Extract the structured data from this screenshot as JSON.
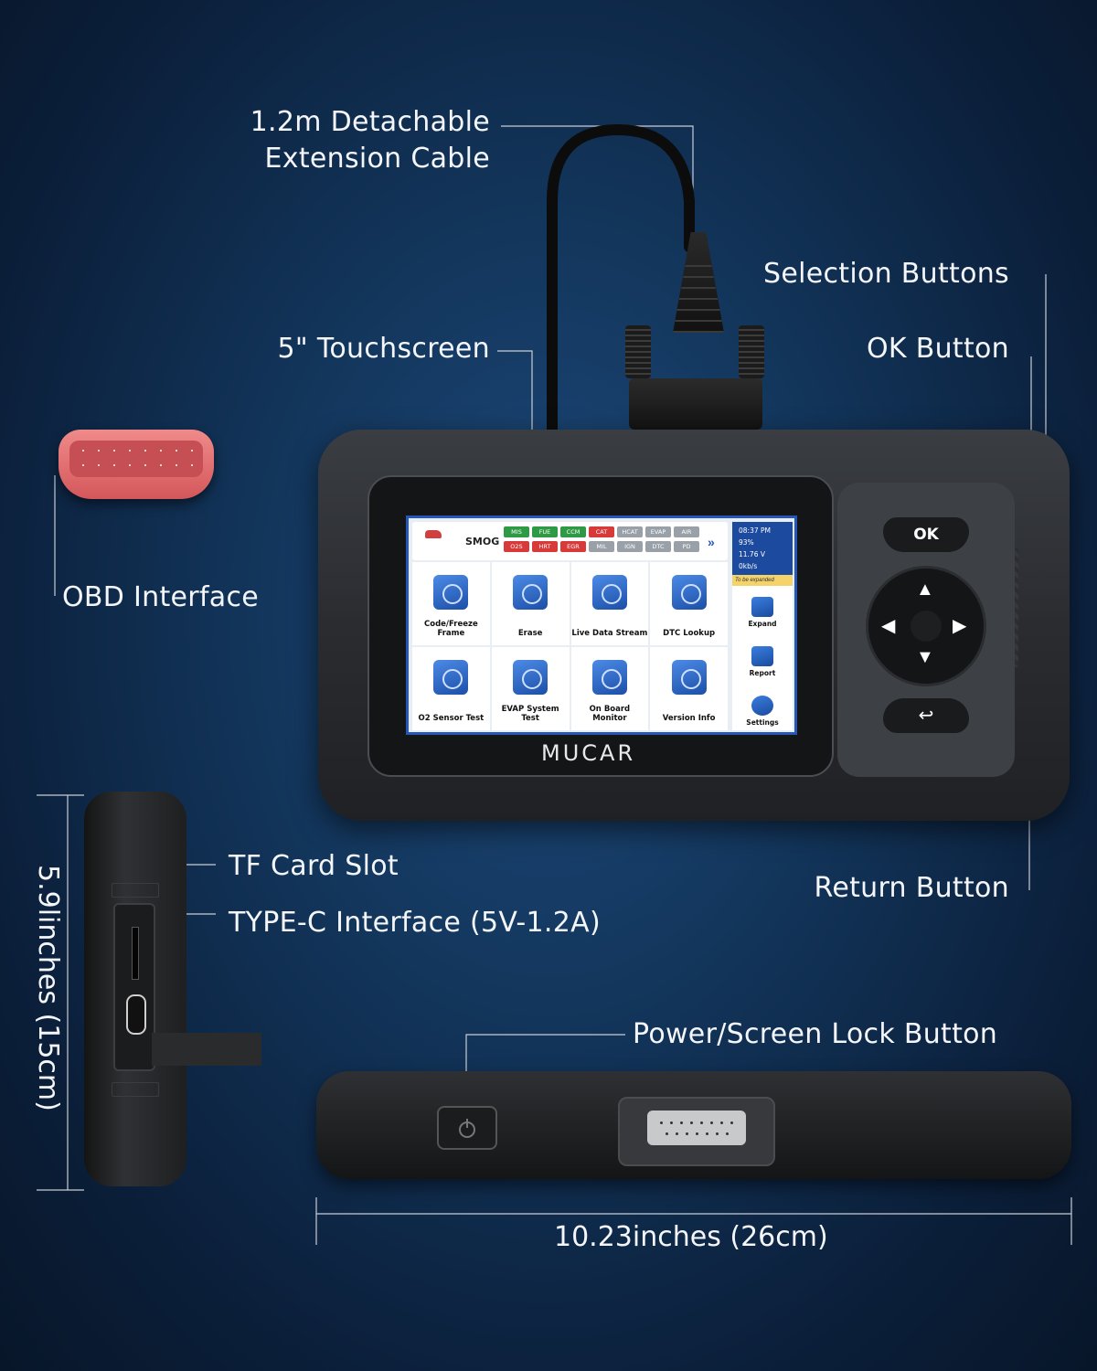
{
  "callouts": {
    "extension_cable_1": "1.2m Detachable",
    "extension_cable_2": "Extension Cable",
    "selection_buttons": "Selection Buttons",
    "touchscreen": "5\" Touchscreen",
    "ok_button": "OK Button",
    "obd_interface": "OBD Interface",
    "tf_card_slot": "TF Card Slot",
    "type_c": "TYPE-C Interface (5V-1.2A)",
    "return_button": "Return Button",
    "power_button": "Power/Screen Lock Button"
  },
  "dimensions": {
    "height": "5.9linches (15cm)",
    "width": "10.23inches (26cm)"
  },
  "device": {
    "brand": "MUCAR",
    "ok_label": "OK",
    "return_glyph": "↩"
  },
  "screen": {
    "smog_label": "SMOG",
    "monitors": [
      {
        "label": "MIS",
        "color": "#2e9a44"
      },
      {
        "label": "FUE",
        "color": "#2e9a44"
      },
      {
        "label": "CCM",
        "color": "#2e9a44"
      },
      {
        "label": "CAT",
        "color": "#d83a3a"
      },
      {
        "label": "HCAT",
        "color": "#9aa0a8"
      },
      {
        "label": "EVAP",
        "color": "#9aa0a8"
      },
      {
        "label": "AIR",
        "color": "#9aa0a8"
      },
      {
        "label": "O2S",
        "color": "#d83a3a"
      },
      {
        "label": "HRT",
        "color": "#d83a3a"
      },
      {
        "label": "EGR",
        "color": "#d83a3a"
      },
      {
        "label": "MIL",
        "color": "#9aa0a8"
      },
      {
        "label": "IGN",
        "color": "#9aa0a8"
      },
      {
        "label": "DTC",
        "color": "#9aa0a8"
      },
      {
        "label": "PD",
        "color": "#9aa0a8"
      }
    ],
    "tiles": [
      {
        "label": "Code/Freeze Frame",
        "icon": "dtc-magnifier-icon"
      },
      {
        "label": "Erase",
        "icon": "erase-bin-icon"
      },
      {
        "label": "Live Data Stream",
        "icon": "waveform-icon"
      },
      {
        "label": "DTC Lookup",
        "icon": "dtc-book-icon"
      },
      {
        "label": "O2 Sensor Test",
        "icon": "sensor-icon"
      },
      {
        "label": "EVAP System Test",
        "icon": "evap-gauge-icon"
      },
      {
        "label": "On Board Monitor",
        "icon": "monitor-play-icon"
      },
      {
        "label": "Version Info",
        "icon": "version-info-icon"
      }
    ],
    "status": {
      "time": "08:37 PM",
      "battery": "93%",
      "voltage": "11.76 V",
      "network": "0kb/s",
      "expand_note": "To be expanded"
    },
    "side_items": [
      "Expand",
      "Report",
      "Settings"
    ]
  },
  "colors": {
    "accent_dot": "#35c6f4",
    "screen_border": "#2656b8"
  }
}
